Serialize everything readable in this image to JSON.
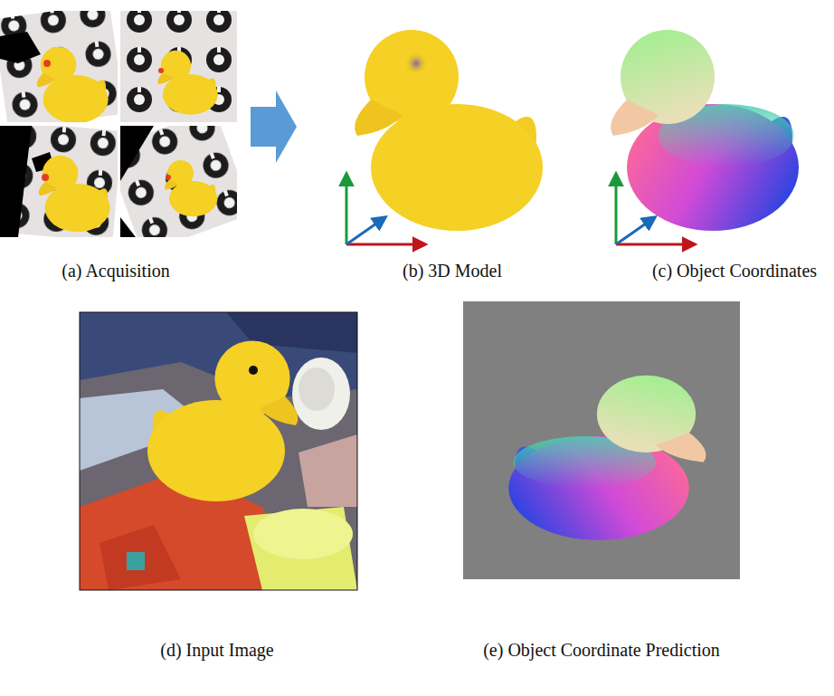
{
  "diagram": {
    "labels": [
      "(a) Acquisition",
      "(b) 3D Model",
      "(c) Object Coordinates",
      "(d) Input Image",
      "(e) Object Coordinate Prediction"
    ]
  }
}
